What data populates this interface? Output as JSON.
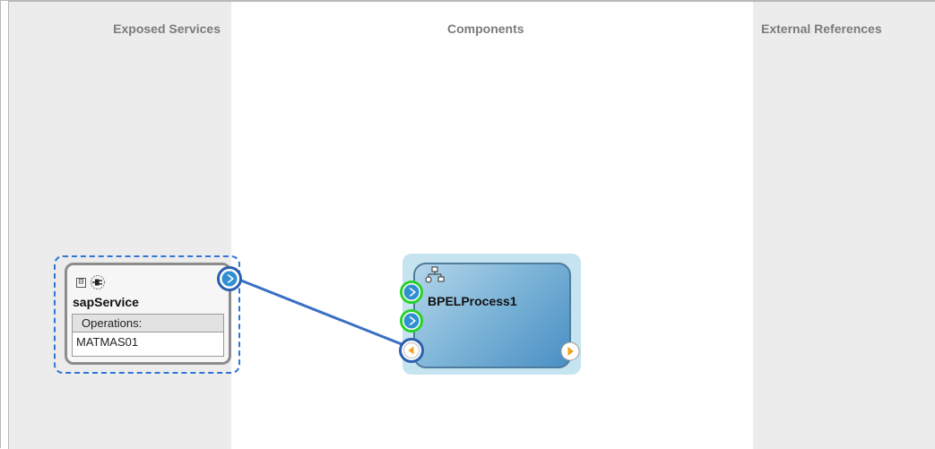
{
  "lanes": {
    "exposed_services": "Exposed Services",
    "components": "Components",
    "external_references": "External References"
  },
  "service": {
    "name": "sapService",
    "collapse_glyph": "⊟",
    "ops_header": "Operations:",
    "operations": [
      "MATMAS01"
    ],
    "icon": "adapter-plug-icon"
  },
  "bpel": {
    "name": "BPELProcess1",
    "icon": "bpel-process-icon"
  },
  "colors": {
    "wire": "#3a6fc4",
    "selection": "#2f75d6",
    "port_ring_blue": "#2c5fae",
    "port_ring_green": "#2ad12a",
    "port_arrow_blue": "#2f8fd0",
    "port_arrow_orange": "#f3a21a",
    "lane_gray": "#ececec"
  }
}
